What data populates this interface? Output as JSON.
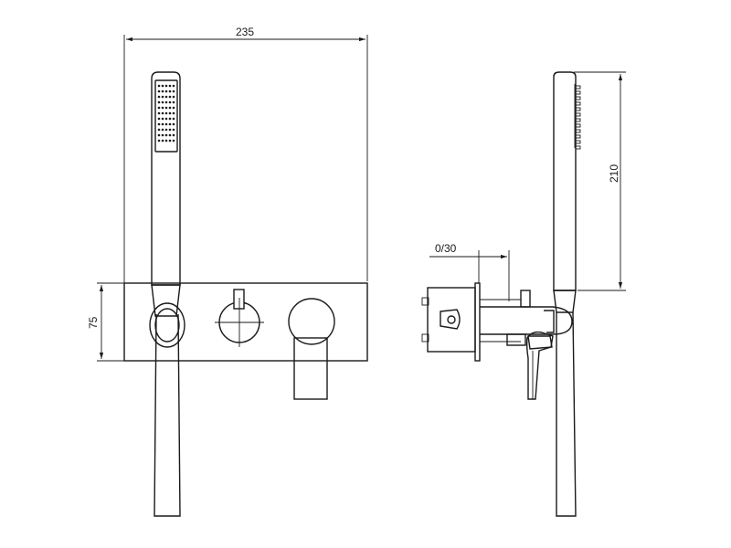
{
  "drawing": {
    "dimensions": {
      "width": "235",
      "height_75": "75",
      "height_210": "210",
      "offset": "0/30"
    },
    "line_color": "#1a1a1a",
    "background": "#ffffff"
  }
}
